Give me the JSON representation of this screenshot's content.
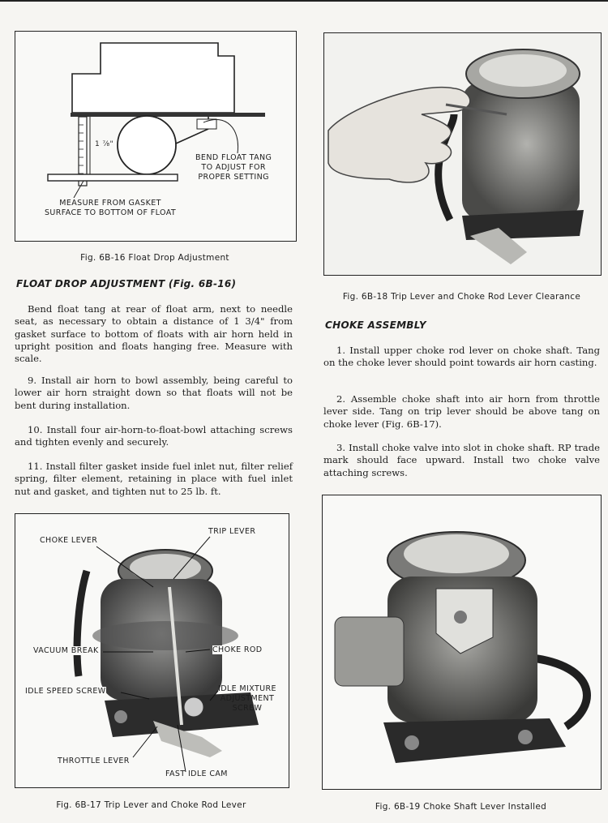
{
  "figures": {
    "fig16": {
      "caption": "Fig. 6B-16  Float Drop Adjustment",
      "measure_label": "1 ⅞\"",
      "callout_right": [
        "BEND FLOAT TANG",
        "TO ADJUST FOR",
        "PROPER SETTING"
      ],
      "callout_bottom": [
        "MEASURE FROM GASKET",
        "SURFACE TO BOTTOM OF FLOAT"
      ]
    },
    "fig17": {
      "caption": "Fig. 6B-17  Trip Lever and Choke Rod Lever",
      "labels": {
        "choke_lever": "CHOKE LEVER",
        "trip_lever": "TRIP LEVER",
        "vacuum_break": "VACUUM BREAK",
        "choke_rod": "CHOKE ROD",
        "idle_speed_screw": "IDLE SPEED SCREW",
        "idle_mixture": [
          "IDLE MIXTURE",
          "ADJUSTMENT",
          "SCREW"
        ],
        "throttle_lever": "THROTTLE LEVER",
        "fast_idle_cam": "FAST IDLE CAM"
      }
    },
    "fig18": {
      "caption": "Fig. 6B-18  Trip Lever and Choke Rod Lever Clearance"
    },
    "fig19": {
      "caption": "Fig. 6B-19  Choke Shaft Lever Installed"
    }
  },
  "sections": {
    "float_drop": {
      "heading": "FLOAT DROP ADJUSTMENT (Fig. 6B-16)",
      "paragraphs": [
        "Bend float tang at rear of float arm, next to needle seat, as necessary to obtain a distance of 1 3/4\" from gasket surface to bottom of floats with air horn held in upright position and floats hanging free. Measure with scale.",
        "9. Install air horn to bowl assembly, being careful to lower air horn straight down so that floats will not be bent during installation.",
        "10. Install four air-horn-to-float-bowl attaching screws and tighten evenly and securely.",
        "11. Install filter gasket inside fuel inlet nut, filter relief spring, filter element, retaining in place with fuel inlet nut and gasket, and tighten nut to 25 lb. ft."
      ]
    },
    "choke_assembly": {
      "heading": "CHOKE ASSEMBLY",
      "paragraphs": [
        "1. Install upper choke rod lever on choke shaft. Tang on the choke lever should point towards air horn casting.",
        "2. Assemble choke shaft into air horn from throttle lever side. Tang on trip lever should be above tang on choke lever (Fig. 6B-17).",
        "3. Install choke valve into slot in choke shaft. RP trade mark should face upward. Install two choke valve attaching screws."
      ]
    }
  }
}
